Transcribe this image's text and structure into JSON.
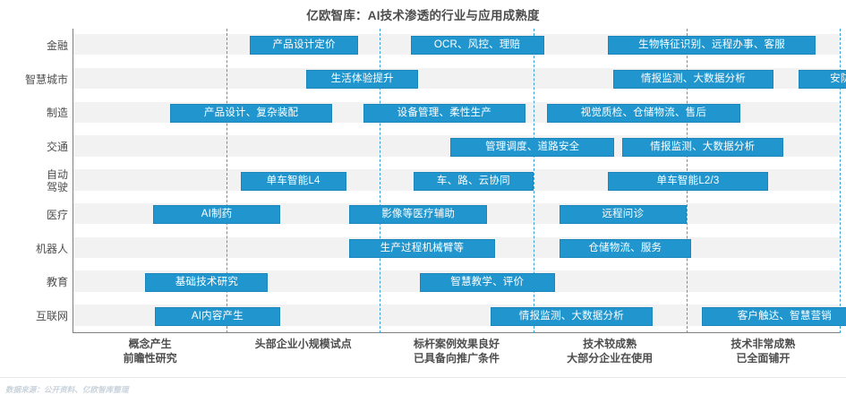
{
  "title": "亿欧智库：AI技术渗透的行业与应用成熟度",
  "source_note": "数据来源：公开资料、亿欧智库整理",
  "colors": {
    "bar_fill": "#2196ce",
    "bar_border": "#1d87bc",
    "band": "#f2f2f2",
    "gridline": "#3aa0d8",
    "axis": "#7f7f7f",
    "text": "#4d4d4d"
  },
  "chart_data": {
    "type": "bar",
    "orientation": "horizontal",
    "title": "亿欧智库：AI技术渗透的行业与应用成熟度",
    "xlabel": "",
    "ylabel": "",
    "grid": true,
    "legend": "none",
    "xlim": [
      0,
      5
    ],
    "x_stages": [
      {
        "index": 1,
        "line1": "概念产生",
        "line2": "前瞻性研究"
      },
      {
        "index": 2,
        "line1": "头部企业小规模试点",
        "line2": ""
      },
      {
        "index": 3,
        "line1": "标杆案例效果良好",
        "line2": "已具备向推广条件"
      },
      {
        "index": 4,
        "line1": "技术较成熟",
        "line2": "大部分企业在使用"
      },
      {
        "index": 5,
        "line1": "技术非常成熟",
        "line2": "已全面铺开"
      }
    ],
    "categories": [
      "金融",
      "智慧城市",
      "制造",
      "交通",
      "自动驾驶",
      "医疗",
      "机器人",
      "教育",
      "互联网"
    ],
    "rows": [
      {
        "category": "金融",
        "label_lines": [
          "金融"
        ],
        "band": true,
        "items": [
          {
            "label": "产品设计定价",
            "start": 1.15,
            "end": 1.86
          },
          {
            "label": "OCR、风控、理赔",
            "start": 2.2,
            "end": 3.07
          },
          {
            "label": "生物特征识别、远程办事、客服",
            "start": 3.49,
            "end": 4.84
          }
        ]
      },
      {
        "category": "智慧城市",
        "label_lines": [
          "智慧城市"
        ],
        "band": true,
        "items": [
          {
            "label": "生活体验提升",
            "start": 1.52,
            "end": 2.25
          },
          {
            "label": "情报监测、大数据分析",
            "start": 3.52,
            "end": 4.57
          },
          {
            "label": "安防",
            "start": 4.73,
            "end": 5.28
          }
        ]
      },
      {
        "category": "制造",
        "label_lines": [
          "制造"
        ],
        "band": true,
        "items": [
          {
            "label": "产品设计、复杂装配",
            "start": 0.63,
            "end": 1.69
          },
          {
            "label": "设备管理、柔性生产",
            "start": 1.89,
            "end": 2.95
          },
          {
            "label": "视觉质检、仓储物流、售后",
            "start": 3.09,
            "end": 4.35
          }
        ]
      },
      {
        "category": "交通",
        "label_lines": [
          "交通"
        ],
        "band": true,
        "items": [
          {
            "label": "管理调度、道路安全",
            "start": 2.46,
            "end": 3.53
          },
          {
            "label": "情报监测、大数据分析",
            "start": 3.58,
            "end": 4.63
          }
        ]
      },
      {
        "category": "自动驾驶",
        "label_lines": [
          "自动",
          "驾驶"
        ],
        "band": true,
        "items": [
          {
            "label": "单车智能L4",
            "start": 1.09,
            "end": 1.78
          },
          {
            "label": "车、路、云协同",
            "start": 2.22,
            "end": 3.0
          },
          {
            "label": "单车智能L2/3",
            "start": 3.49,
            "end": 4.53
          }
        ]
      },
      {
        "category": "医疗",
        "label_lines": [
          "医疗"
        ],
        "band": true,
        "items": [
          {
            "label": "AI制药",
            "start": 0.52,
            "end": 1.35
          },
          {
            "label": "影像等医疗辅助",
            "start": 1.8,
            "end": 2.7
          },
          {
            "label": "远程问诊",
            "start": 3.17,
            "end": 4.0
          }
        ]
      },
      {
        "category": "机器人",
        "label_lines": [
          "机器人"
        ],
        "band": true,
        "items": [
          {
            "label": "生产过程机械臂等",
            "start": 1.8,
            "end": 2.75
          },
          {
            "label": "仓储物流、服务",
            "start": 3.17,
            "end": 4.03
          }
        ]
      },
      {
        "category": "教育",
        "label_lines": [
          "教育"
        ],
        "band": true,
        "items": [
          {
            "label": "基础技术研究",
            "start": 0.47,
            "end": 1.27
          },
          {
            "label": "智慧教学、评价",
            "start": 2.26,
            "end": 3.14
          }
        ]
      },
      {
        "category": "互联网",
        "label_lines": [
          "互联网"
        ],
        "band": true,
        "items": [
          {
            "label": "AI内容产生",
            "start": 0.53,
            "end": 1.35
          },
          {
            "label": "情报监测、大数据分析",
            "start": 2.72,
            "end": 3.78
          },
          {
            "label": "客户触达、智慧营销",
            "start": 4.1,
            "end": 5.18
          }
        ]
      }
    ]
  }
}
